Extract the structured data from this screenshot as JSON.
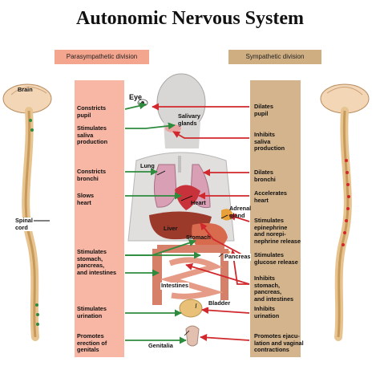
{
  "title": "Autonomic Nervous System",
  "parasympathetic_header": "Parasympathetic division",
  "sympathetic_header": "Sympathetic division",
  "parasympathetic_effects": [
    "Constricts\npupil",
    "Stimulates\nsaliva\nproduction",
    "Constricts\nbronchi",
    "Slows\nheart",
    "Stimulates\nstomach,\npancreas,\nand intestines",
    "Stimulates\nurination",
    "Promotes\nerection of\ngenitals"
  ],
  "sympathetic_effects": [
    "Dilates\npupil",
    "Inhibits\nsaliva\nproduction",
    "Dilates\nbronchi",
    "Accelerates\nheart",
    "Stimulates\nepinephrine\nand norepi-\nnephrine release",
    "Stimulates\nglucose release",
    "Inhibits\nstomach,\npancreas,\nand intestines",
    "Inhibits\nurination",
    "Promotes ejacu-\nlation and vaginal\ncontractions"
  ],
  "organs": {
    "eye": "Eye",
    "salivary": "Salivary\nglands",
    "lung": "Lung",
    "heart": "Heart",
    "adrenal": "Adrenal\ngland",
    "liver": "Liver",
    "stomach": "Stomach",
    "pancreas": "Pancreas",
    "intestines": "Intestines",
    "bladder": "Bladder",
    "genitalia": "Genitalia"
  },
  "spine_labels": {
    "brain": "Brain",
    "spinal_cord": "Spinal\ncord"
  },
  "colors": {
    "parasympathetic_arrow": "#2e8b3e",
    "sympathetic_arrow": "#d0282c",
    "parasympathetic_panel": "#f8b7a4",
    "sympathetic_panel": "#d4b48c"
  }
}
